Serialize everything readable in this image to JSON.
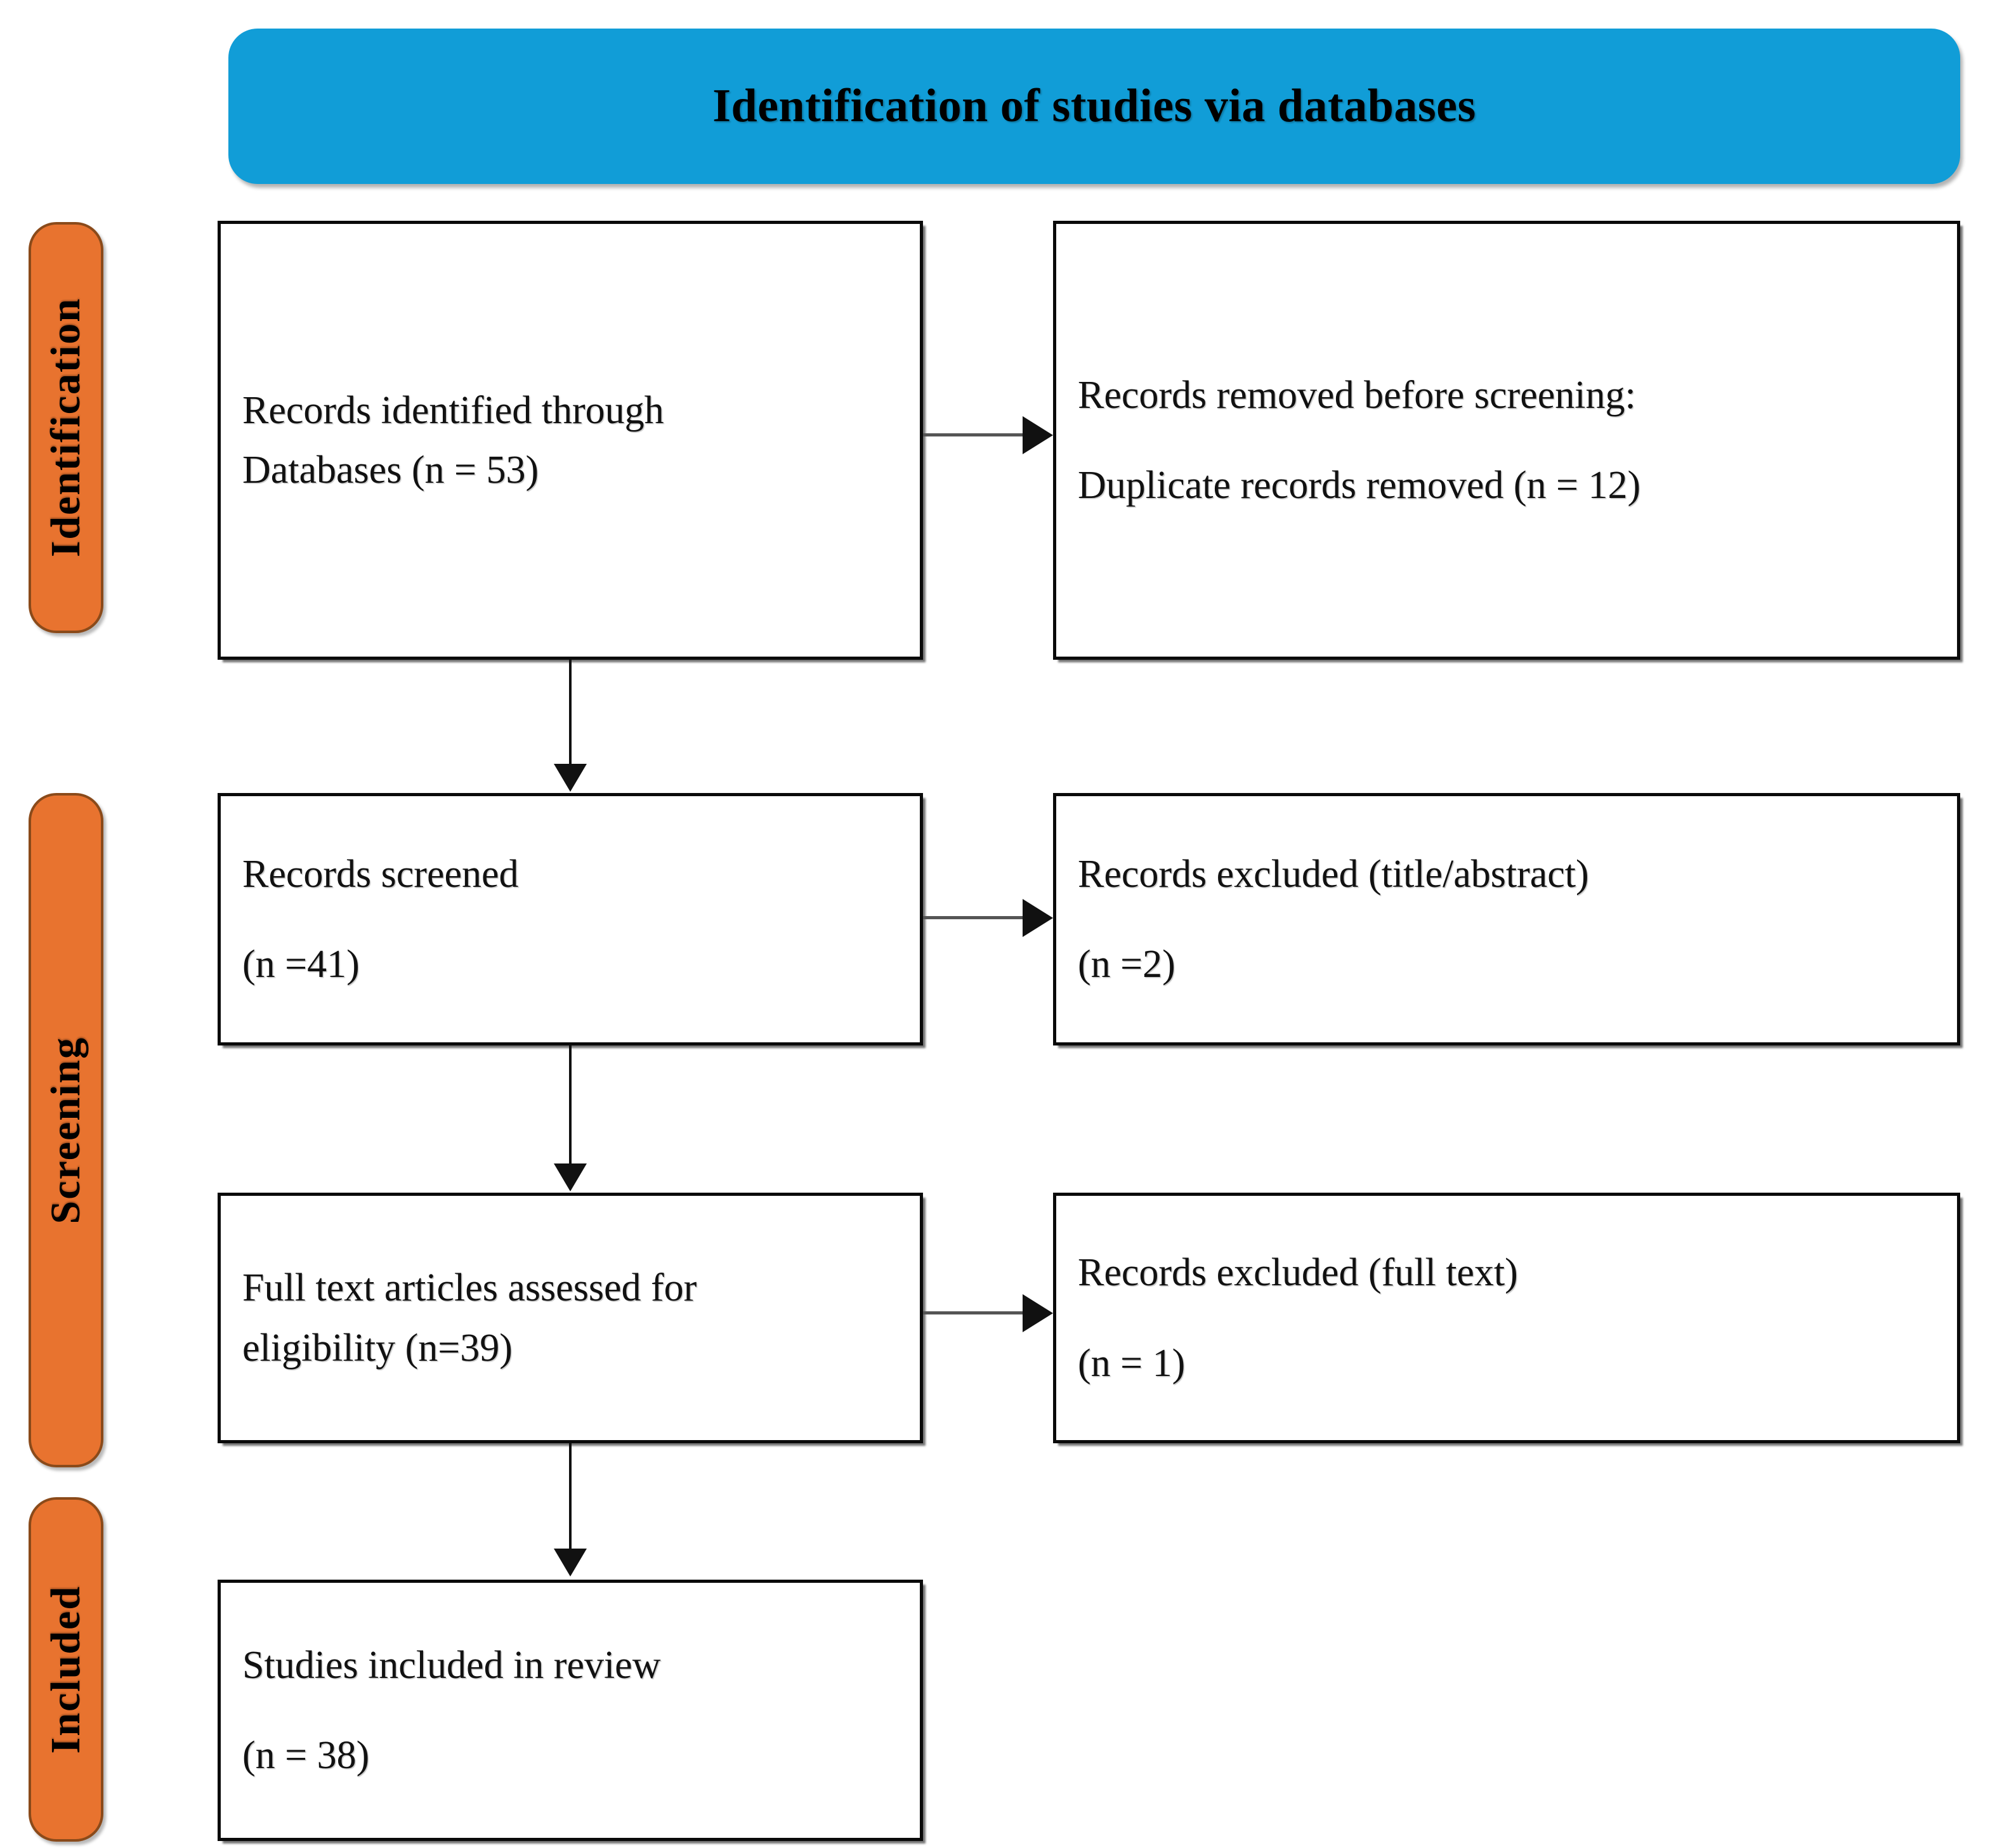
{
  "banner": {
    "title": "Identification of studies via databases",
    "color": "#119DD7"
  },
  "stages": [
    {
      "label": "Identification",
      "color": "#E8732F"
    },
    {
      "label": "Screening",
      "color": "#E8732F"
    },
    {
      "label": "Included",
      "color": "#E8732F"
    }
  ],
  "boxes": {
    "identified": {
      "line1": "Records identified through",
      "line2": "Databases (n = 53)"
    },
    "removed": {
      "line1": "Records removed before screening:",
      "line2": "Duplicate records removed (n = 12)"
    },
    "screened": {
      "line1": "Records screened",
      "line2": "(n =41)"
    },
    "excluded_title": {
      "line1": "Records excluded (title/abstract)",
      "line2": "(n =2)"
    },
    "fulltext": {
      "line1": "Full text articles assessed for",
      "line2": "eligibility (n=39)"
    },
    "excluded_full": {
      "line1": "Records excluded (full text)",
      "line2": "(n = 1)"
    },
    "included": {
      "line1": "Studies included in review",
      "line2": "(n = 38)"
    }
  },
  "chart_data": {
    "type": "diagram",
    "title": "Identification of studies via databases",
    "nodes": [
      {
        "id": "identified",
        "stage": "Identification",
        "label": "Records identified through Databases",
        "n": 53
      },
      {
        "id": "removed",
        "stage": "Identification",
        "label": "Records removed before screening: Duplicate records removed",
        "n": 12
      },
      {
        "id": "screened",
        "stage": "Screening",
        "label": "Records screened",
        "n": 41
      },
      {
        "id": "excluded_title",
        "stage": "Screening",
        "label": "Records excluded (title/abstract)",
        "n": 2
      },
      {
        "id": "fulltext",
        "stage": "Screening",
        "label": "Full text articles assessed for eligibility",
        "n": 39
      },
      {
        "id": "excluded_full",
        "stage": "Screening",
        "label": "Records excluded (full text)",
        "n": 1
      },
      {
        "id": "included",
        "stage": "Included",
        "label": "Studies included in review",
        "n": 38
      }
    ],
    "edges": [
      {
        "from": "identified",
        "to": "removed",
        "direction": "right"
      },
      {
        "from": "identified",
        "to": "screened",
        "direction": "down"
      },
      {
        "from": "screened",
        "to": "excluded_title",
        "direction": "right"
      },
      {
        "from": "screened",
        "to": "fulltext",
        "direction": "down"
      },
      {
        "from": "fulltext",
        "to": "excluded_full",
        "direction": "right"
      },
      {
        "from": "fulltext",
        "to": "included",
        "direction": "down"
      }
    ]
  }
}
